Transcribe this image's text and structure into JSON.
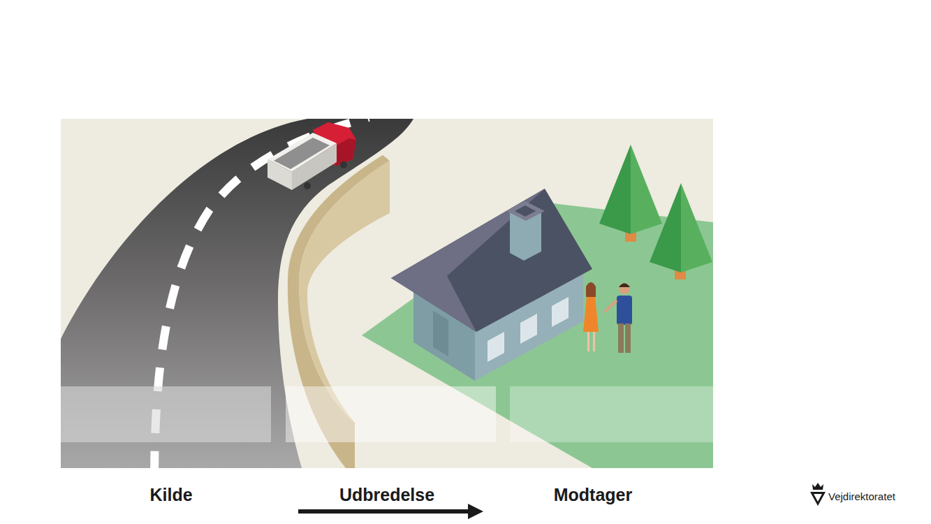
{
  "diagram": {
    "labels": [
      "Kilde",
      "Udbredelse",
      "Modtager",
      "Vejdirektoratet"
    ]
  }
}
